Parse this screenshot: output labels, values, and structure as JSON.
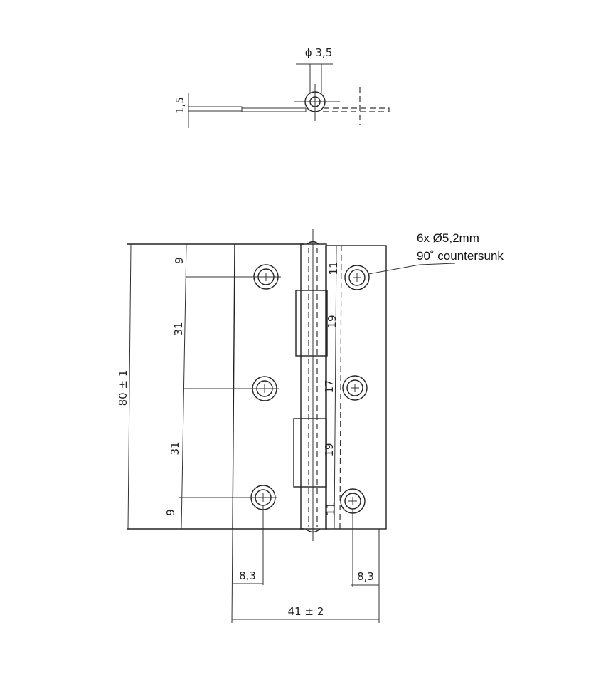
{
  "drawing": {
    "subject": "Butt hinge",
    "side_view": {
      "pin_diameter_label": "ϕ 3,5",
      "thickness_label": "1,5"
    },
    "front_view": {
      "height_label": "80 ± 1",
      "edge_to_hole_top_label": "9",
      "hole_spacing_upper_label": "31",
      "hole_spacing_lower_label": "31",
      "edge_to_hole_bottom_label": "9",
      "knuckle_top_label": "11",
      "knuckle_upper_label": "19",
      "knuckle_middle_label": "17",
      "knuckle_lower_label": "19",
      "knuckle_bottom_label": "11",
      "left_hole_offset_label": "8,3",
      "right_hole_offset_label": "8,3",
      "width_label": "41 ± 2"
    },
    "note": {
      "line1": "6x Ø5,2mm",
      "line2": "90˚ countersunk"
    }
  }
}
